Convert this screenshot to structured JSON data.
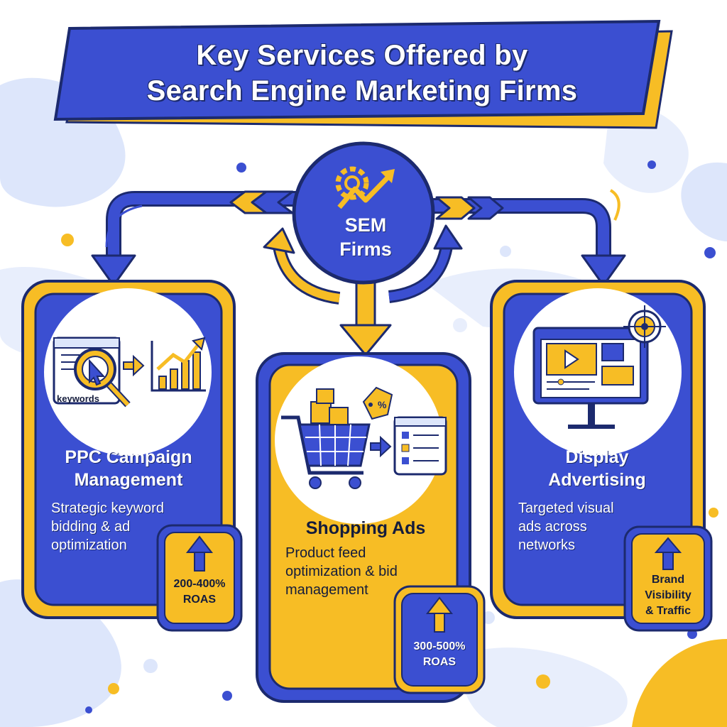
{
  "title": {
    "line1": "Key Services Offered by",
    "line2": "Search Engine Marketing Firms"
  },
  "hub": {
    "line1": "SEM",
    "line2": "Firms",
    "icon": "gear-growth-icon"
  },
  "services": [
    {
      "title_line1": "PPC Campaign",
      "title_line2": "Management",
      "desc_line1": "Strategic keyword",
      "desc_line2": "bidding & ad",
      "desc_line3": "optimization",
      "icon_label": "keywords",
      "badge_line1": "200-400%",
      "badge_line2": "ROAS"
    },
    {
      "title_line1": "Shopping Ads",
      "desc_line1": "Product feed",
      "desc_line2": "optimization & bid",
      "desc_line3": "management",
      "badge_line1": "300-500%",
      "badge_line2": "ROAS"
    },
    {
      "title_line1": "Display",
      "title_line2": "Advertising",
      "desc_line1": "Targeted visual",
      "desc_line2": "ads across",
      "desc_line3": "networks",
      "badge_line1": "Brand",
      "badge_line2": "Visibility",
      "badge_line3": "& Traffic"
    }
  ],
  "colors": {
    "blue": "#3b4fd1",
    "yellow": "#f7bd25",
    "outline": "#1c2a6e",
    "light_blue": "#dde6fb"
  }
}
